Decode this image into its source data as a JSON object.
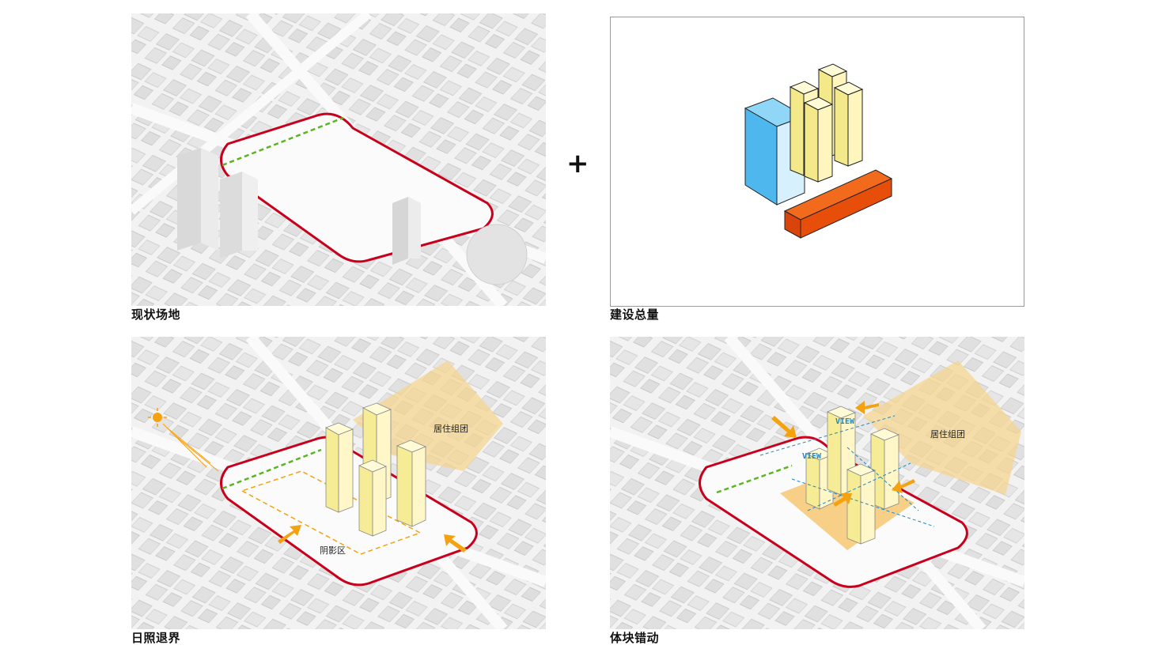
{
  "panels": [
    {
      "id": "p1",
      "caption": "现状场地"
    },
    {
      "id": "p2",
      "caption": "建设总量"
    },
    {
      "id": "p3",
      "caption": "日照退界",
      "labels": {
        "residential": "居住组团",
        "shadow": "阴影区"
      }
    },
    {
      "id": "p4",
      "caption": "体块错动",
      "labels": {
        "residential": "居住组团",
        "view1": "VIEW",
        "view2": "VIEW"
      }
    }
  ],
  "operator": "+",
  "colors": {
    "site_boundary": "#c8001c",
    "green_dash": "#5bb51f",
    "tower_yellow": "#fff2a8",
    "tower_blue": "#59bff0",
    "podium_orange": "#e64e0a",
    "arrow_orange": "#f4a20f",
    "shadow_zone": "#f7d48a",
    "view_arrow": "#1e88c9"
  }
}
